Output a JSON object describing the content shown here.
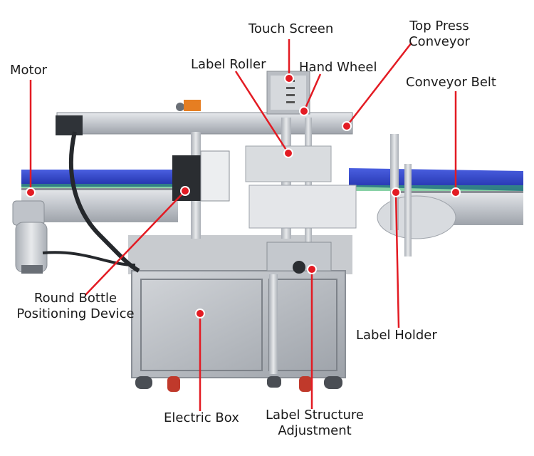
{
  "labels": {
    "motor": "Motor",
    "touch_screen": "Touch Screen",
    "top_press_conveyor_line1": "Top Press",
    "top_press_conveyor_line2": "Conveyor",
    "label_roller": "Label Roller",
    "hand_wheel": "Hand Wheel",
    "conveyor_belt": "Conveyor Belt",
    "round_bottle_line1": "Round Bottle",
    "round_bottle_line2": "Positioning Device",
    "label_holder": "Label Holder",
    "electric_box": "Electric Box",
    "label_structure_line1": "Label Structure",
    "label_structure_line2": "Adjustment"
  },
  "colors": {
    "pointer": "#e31b23",
    "conveyor_blue": "#2b3fc8",
    "steel": "#c9ccd1",
    "cabinet": "#b5b9bf"
  }
}
